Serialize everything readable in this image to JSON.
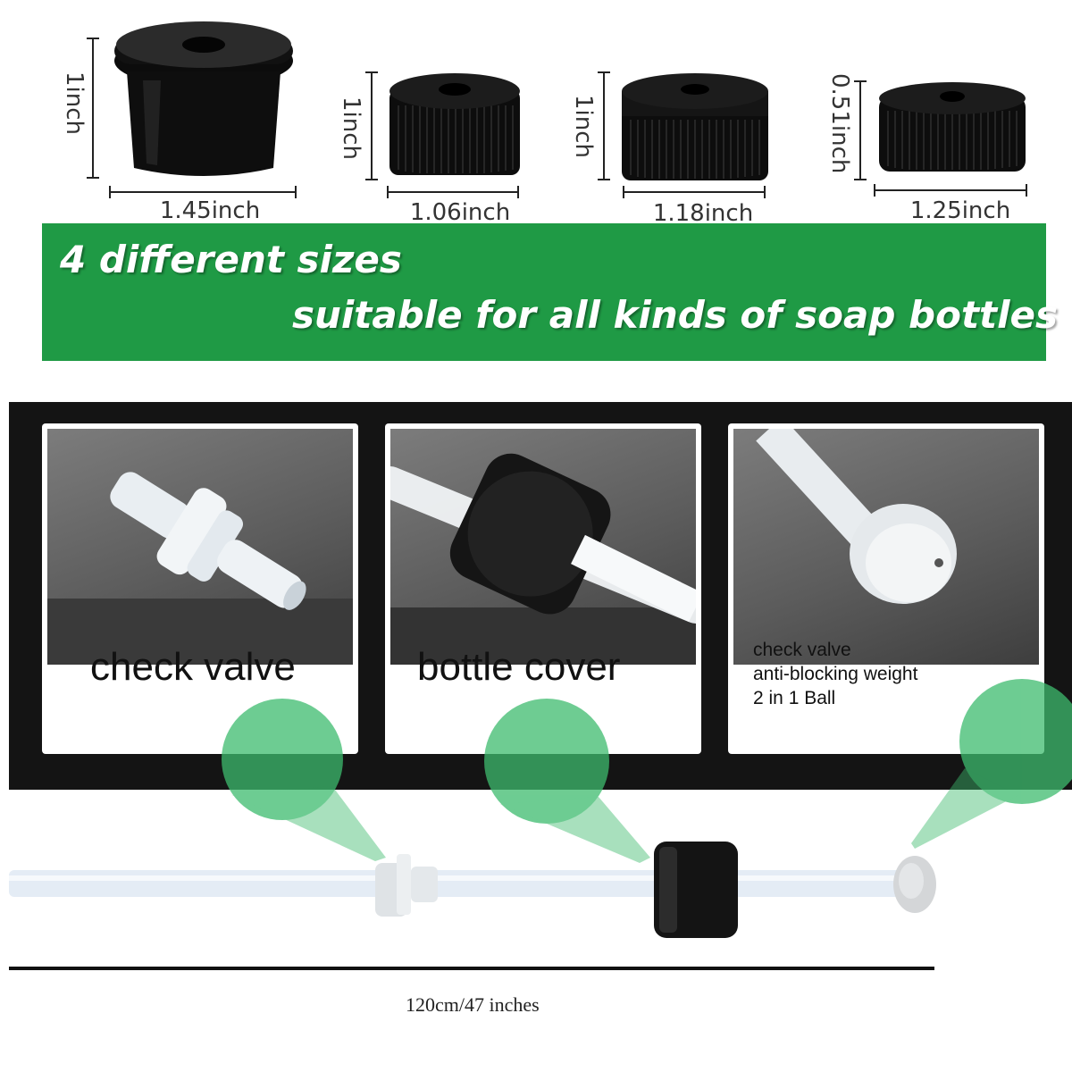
{
  "caps": [
    {
      "height_label": "1inch",
      "width_label": "1.45inch"
    },
    {
      "height_label": "1inch",
      "width_label": "1.06inch"
    },
    {
      "height_label": "1inch",
      "width_label": "1.18inch"
    },
    {
      "height_label": "0.51inch",
      "width_label": "1.25inch"
    }
  ],
  "banner": {
    "line1": "4 different sizes",
    "line2": "suitable for all kinds of soap bottles",
    "color": "#1f9a45"
  },
  "cards": [
    {
      "label": "check valve"
    },
    {
      "label": "bottle cover"
    },
    {
      "lines": [
        "check valve",
        "anti-blocking weight",
        "2 in 1 Ball"
      ]
    }
  ],
  "tube": {
    "length_label": "120cm/47 inches"
  },
  "colors": {
    "accent_green": "#3dbb6e",
    "dark_panel": "#141414"
  }
}
